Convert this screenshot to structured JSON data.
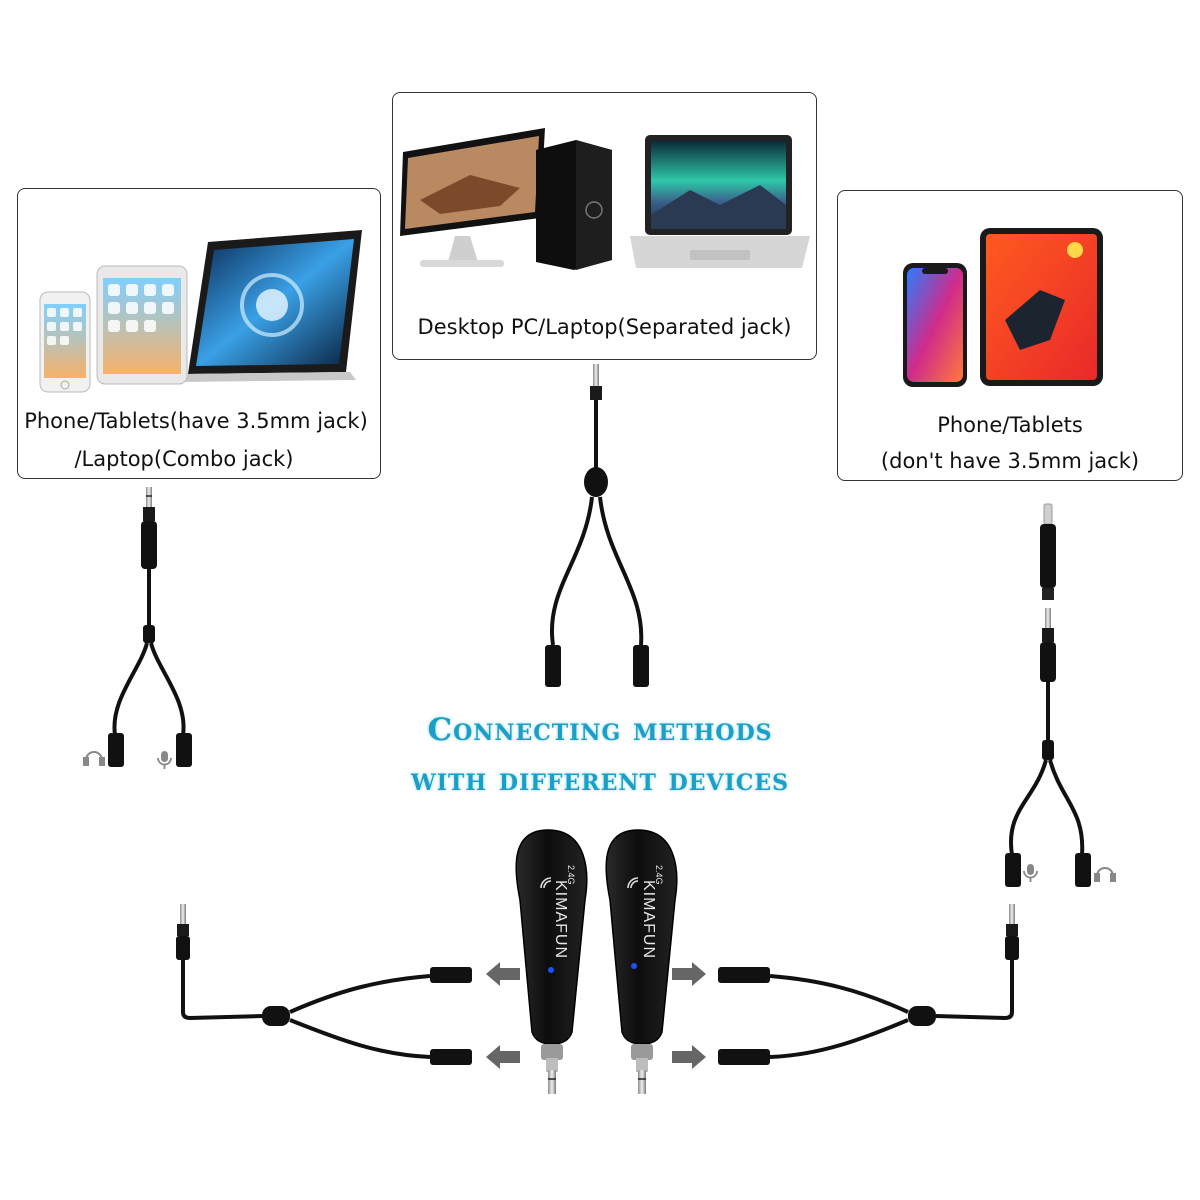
{
  "panels": {
    "left": {
      "line1": "Phone/Tablets(have 3.5mm jack)",
      "line2": "/Laptop(Combo jack)"
    },
    "center": {
      "line1": "Desktop PC/Laptop(Separated jack)"
    },
    "right": {
      "line1": "Phone/Tablets",
      "line2": "(don't have 3.5mm jack)"
    }
  },
  "headline": {
    "line1": "Connecting methods",
    "line2": "with different devices"
  },
  "devices": {
    "brand": "KIMAFUN",
    "band": "2.4G",
    "colors": {
      "body": "#151515",
      "led": "#1e4fff",
      "arrow": "#666666",
      "accent": "#1aa0c8"
    }
  },
  "icons": [
    "headphone-icon",
    "microphone-icon"
  ]
}
